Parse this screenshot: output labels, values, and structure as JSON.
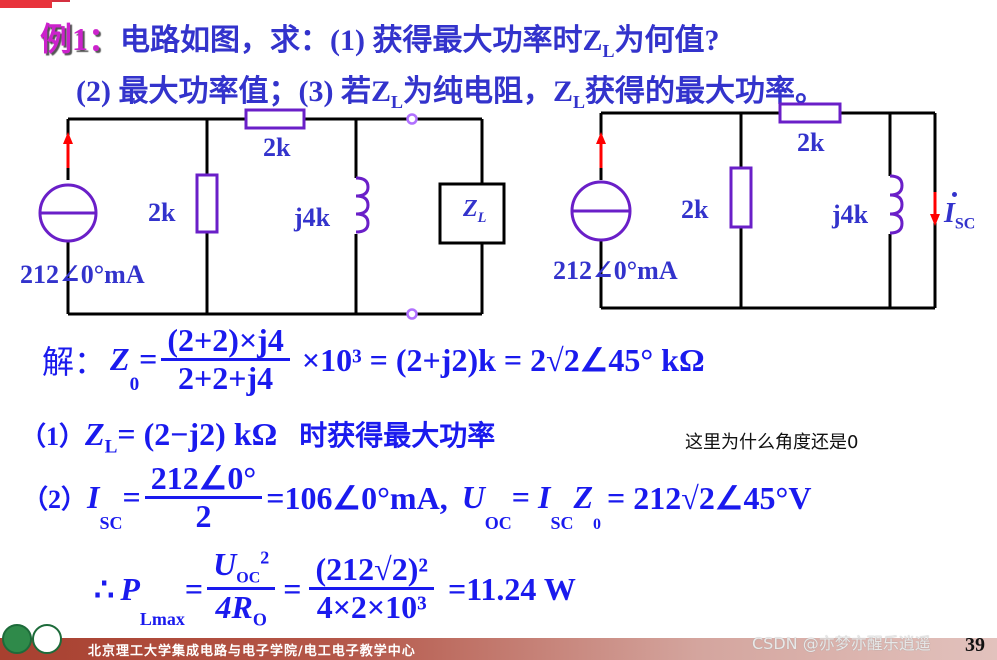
{
  "header": {
    "example_label": "例1：",
    "line1": "电路如图，求：(1) 获得最大功率时Z",
    "line1_sub": "L",
    "line1_tail": "为何值?",
    "line2_a": "(2) 最大功率值；(3) 若Z",
    "line2_sub1": "L",
    "line2_b": "为纯电阻，Z",
    "line2_sub2": "L",
    "line2_c": "获得的最大功率。"
  },
  "circuit_left": {
    "source_label": "212∠0°mA",
    "r_parallel": "2k",
    "r_series": "2k",
    "inductor": "j4k",
    "load": "Z",
    "load_sub": "L"
  },
  "circuit_right": {
    "source_label": "212∠0°mA",
    "r_parallel": "2k",
    "r_series": "2k",
    "inductor": "j4k",
    "current_label": "I",
    "current_sub": "SC"
  },
  "solution": {
    "prefix": "解：",
    "z0_lhs": "Z",
    "z0_sub": "0",
    "z0_num": "(2+2)×j4",
    "z0_den": "2+2+j4",
    "z0_rest": "×10³ = (2+j2)k = 2√2∠45° kΩ",
    "step1_prefix": "（1）",
    "step1_eq": "Z",
    "step1_sub": "L",
    "step1_val": "= (2−j2) kΩ",
    "step1_text": "时获得最大功率",
    "step2_prefix": "（2）",
    "step2_isc": "I",
    "step2_isc_sub": "SC",
    "step2_num": "212∠0°",
    "step2_den": "2",
    "step2_mid": "=106∠0°mA,",
    "step2_uoc": "U",
    "step2_uoc_sub": "OC",
    "step2_eq": "= ",
    "step2_isc2": "I",
    "step2_isc2_sub": "SC",
    "step2_z0": "Z",
    "step2_z0_sub": "0",
    "step2_result": "= 212√2∠45°V",
    "step3_prefix": "∴",
    "step3_p": "P",
    "step3_p_sub": "Lmax",
    "step3_num1": "U",
    "step3_num1_sub": "OC",
    "step3_num1_sup": "2",
    "step3_den1": "4R",
    "step3_den1_sub": "O",
    "step3_num2": "(212√2)²",
    "step3_den2": "4×2×10³",
    "step3_result": "=11.24 W"
  },
  "annotation": {
    "note": "这里为什么角度还是0"
  },
  "footer": {
    "institution": "北京理工大学集成电路与电子学院/电工电子教学中心",
    "watermark": "CSDN @亦梦亦醒乐逍遥",
    "page_number": "39"
  },
  "colors": {
    "title": "#3333cc",
    "equation": "#1a1aee",
    "example_label": "#cc22cc",
    "component": "#6a1fc8",
    "arrow": "#ff0000",
    "footer_bar": "#a8402f"
  }
}
